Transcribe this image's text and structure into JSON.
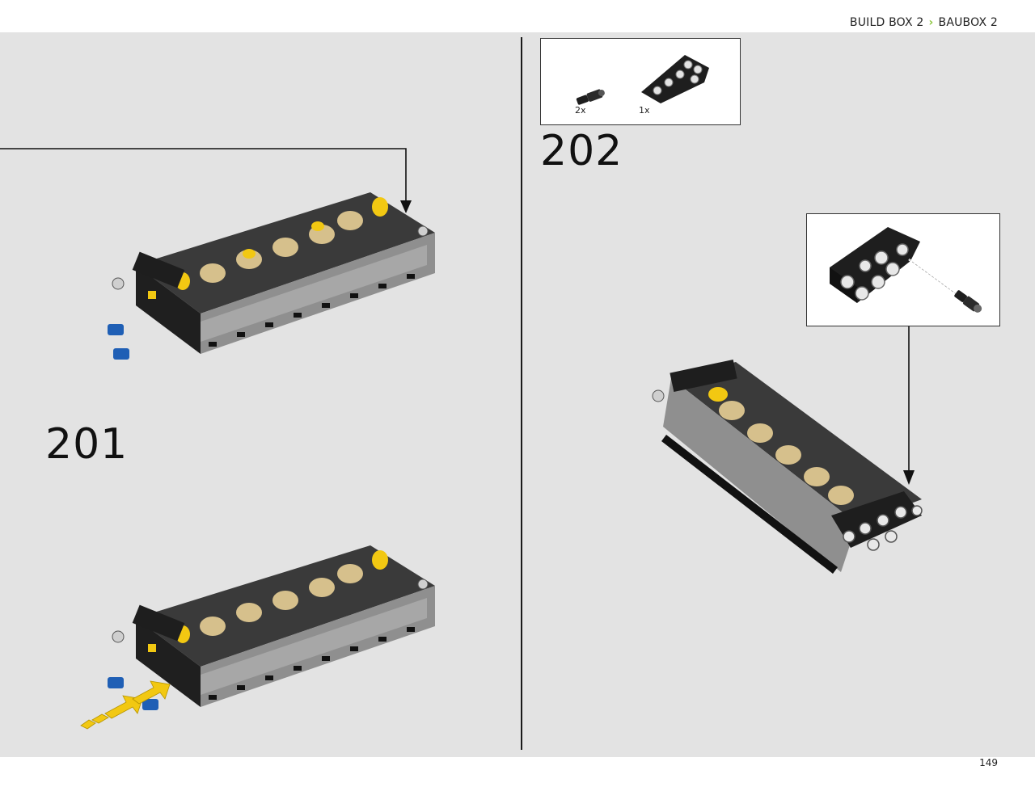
{
  "header": {
    "breadcrumb_left": "BUILD BOX 2",
    "breadcrumb_right": "BAUBOX 2"
  },
  "steps": [
    {
      "number": "201"
    },
    {
      "number": "202"
    }
  ],
  "parts_list": [
    {
      "icon": "connector-pin-part-icon",
      "qty": "2x"
    },
    {
      "icon": "triangle-frame-part-icon",
      "qty": "1x"
    }
  ],
  "footer": {
    "page_number": "149"
  },
  "colors": {
    "accent": "#8cc63f",
    "background": "#e3e3e3",
    "part_yellow": "#f2c812",
    "part_tan": "#d6c08c",
    "part_blue": "#1f5fb5",
    "part_black": "#1e1e1e",
    "part_gray": "#9e9e9e"
  }
}
